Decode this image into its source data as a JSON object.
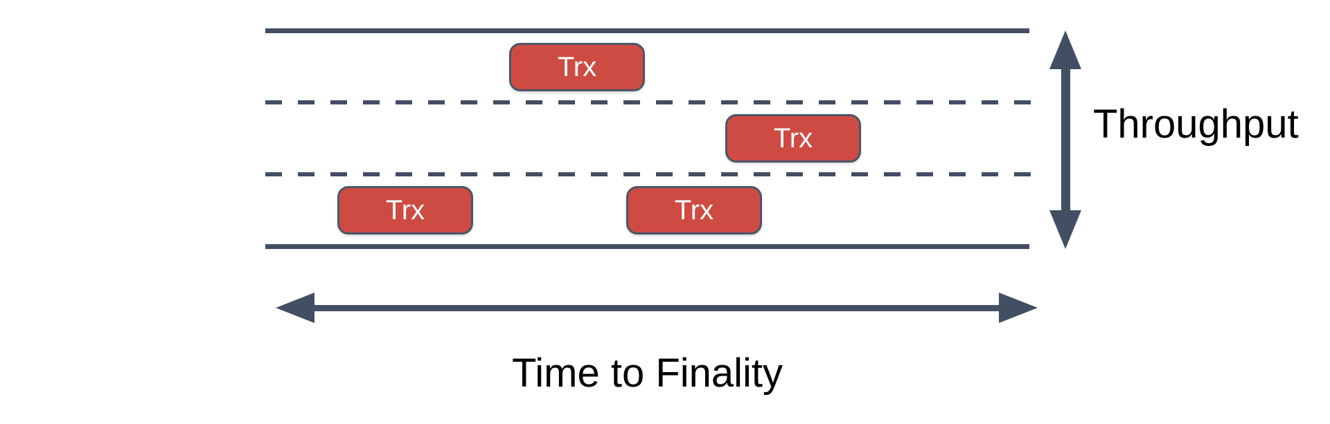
{
  "colors": {
    "line": "#424e62",
    "box-fill": "#ce4b43",
    "box-border": "#4a5668",
    "label": "#000000"
  },
  "diagram": {
    "transactions": [
      {
        "label": "Trx"
      },
      {
        "label": "Trx"
      },
      {
        "label": "Trx"
      },
      {
        "label": "Trx"
      }
    ],
    "axes": {
      "throughput": "Throughput",
      "time_to_finality": "Time to Finality"
    }
  }
}
